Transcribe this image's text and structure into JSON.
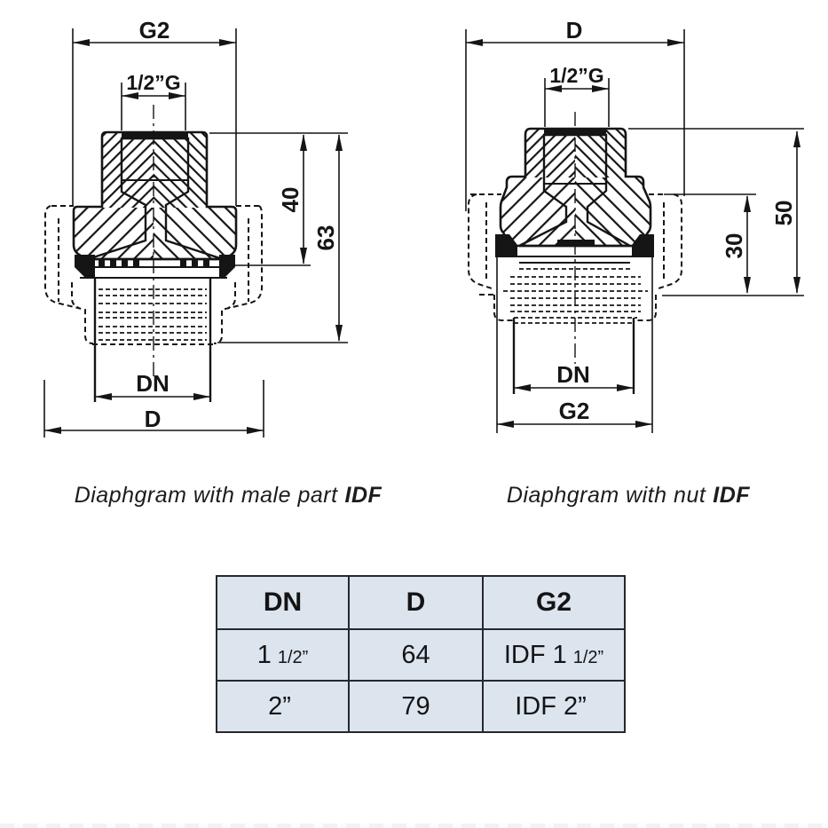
{
  "colors": {
    "line": "#151515",
    "table_fill": "#dce4ee",
    "table_border": "#26282c",
    "background": "#ffffff"
  },
  "left_drawing": {
    "caption": {
      "regular": "Diaphgram with male part",
      "bold": "IDF"
    },
    "dims": {
      "outer_width": "G2",
      "top_thread": "1/2”G",
      "seat_height": "40",
      "total_height": "63",
      "bore": "DN",
      "body_diameter": "D"
    }
  },
  "right_drawing": {
    "caption": {
      "regular": "Diaphgram with nut",
      "bold": "IDF"
    },
    "dims": {
      "outer_width": "D",
      "top_thread": "1/2”G",
      "nut_height": "30",
      "total_height": "50",
      "bore": "DN",
      "union_thread": "G2"
    }
  },
  "table": {
    "headers": [
      "DN",
      "D",
      "G2"
    ],
    "rows": [
      {
        "dn_main": "1",
        "dn_small": "1/2”",
        "d": "64",
        "g2_main": "IDF 1",
        "g2_small": "1/2”"
      },
      {
        "dn_main": "2”",
        "dn_small": "",
        "d": "79",
        "g2_main": "IDF 2”",
        "g2_small": ""
      }
    ]
  }
}
